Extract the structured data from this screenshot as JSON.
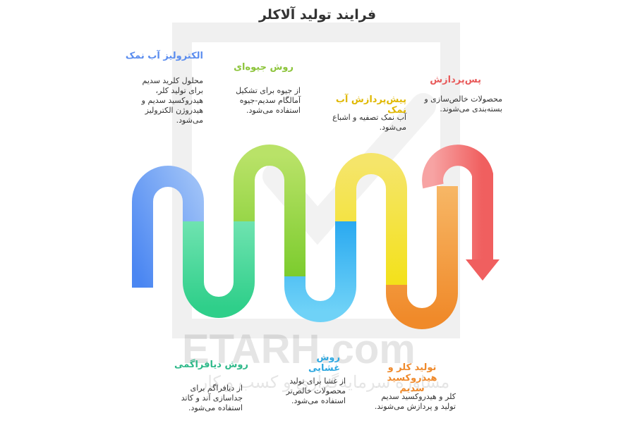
{
  "title": "فرایند تولید آلاکلر",
  "watermark": {
    "brand": "ETARH.com",
    "tagline": "مشاوره سرمایه‌گذاری و کسب و کار"
  },
  "colors": {
    "blue": "#5b8def",
    "green": "#43d49a",
    "lime": "#9ad33e",
    "cyan": "#35b8ef",
    "yellow": "#f0d22e",
    "orange": "#f29a3c",
    "red": "#f06a6a"
  },
  "steps": [
    {
      "label": "الکترولیز آب نمک",
      "description": "محلول کلرید سدیم\nبرای تولید کلر،\nهیدروکسید سدیم و\nهیدروژن الکترولیز\nمی‌شود.",
      "color": "#5b8def"
    },
    {
      "label": "روش دیافراگمی",
      "description": "از دیافراگم برای\nجداسازی آند و کاتد\nاستفاده می‌شود.",
      "color": "#2fb98a"
    },
    {
      "label": "روش جیوه‌ای",
      "description": "از جیوه برای تشکیل\nآمالگام سدیم-جیوه\nاستفاده می‌شود.",
      "color": "#8cc43a"
    },
    {
      "label": "روش غشایی",
      "description": "از غشا برای تولید\nمحصولات خالص‌تر\nاستفاده می‌شود.",
      "color": "#2ea8e0"
    },
    {
      "label": "پیش‌پردازش آب نمک",
      "description": "آب نمک تصفیه و اشباع\nمی‌شود.",
      "color": "#e0b800"
    },
    {
      "label": "تولید کلر و هیدروکسید\nسدیم",
      "description": "کلر و هیدروکسید سدیم\nتولید و پردازش می‌شوند.",
      "color": "#ef8a2c"
    },
    {
      "label": "پس‌پردازش",
      "description": "محصولات خالص‌سازی و\nبسته‌بندی می‌شوند.",
      "color": "#e85a5a"
    }
  ]
}
